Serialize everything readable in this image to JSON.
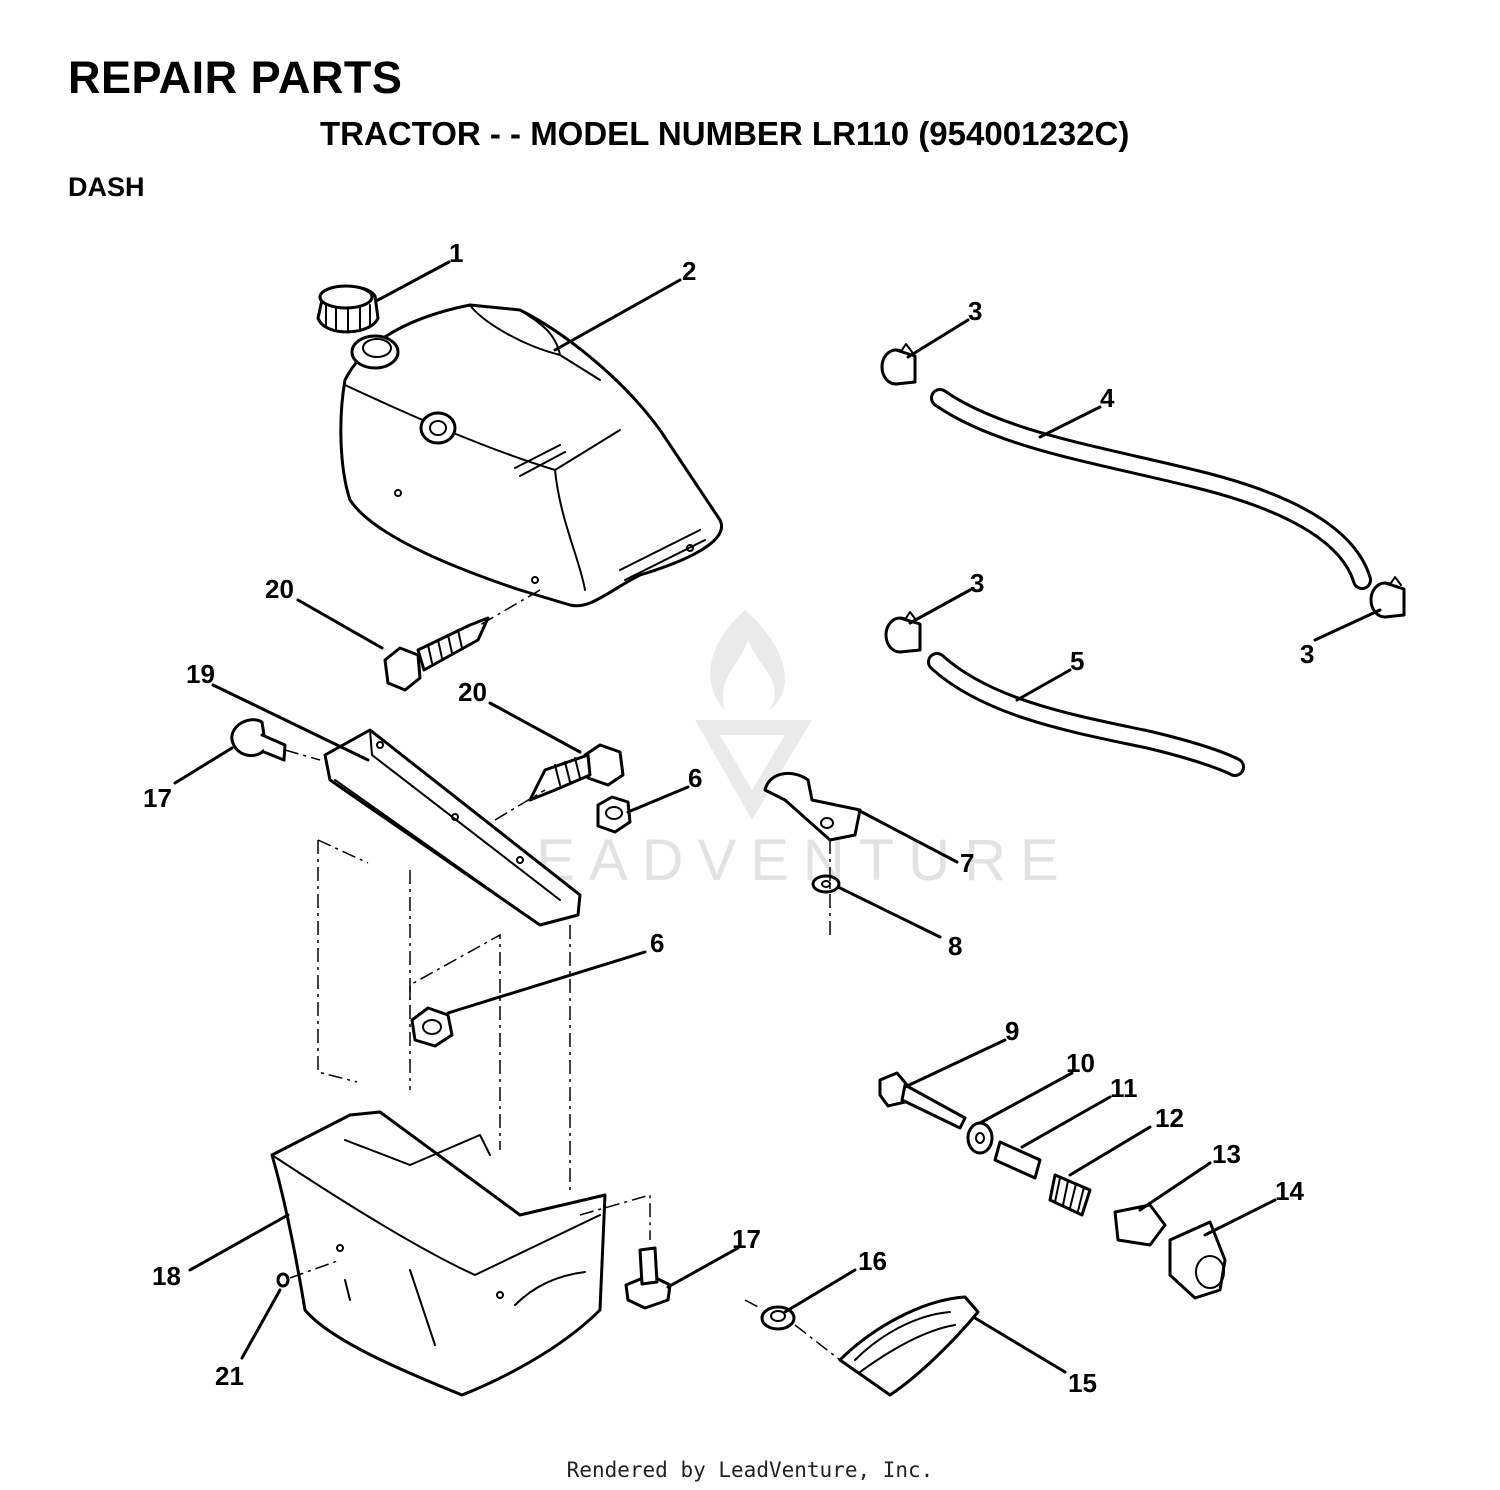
{
  "header": {
    "title": "REPAIR PARTS",
    "subtitle": "TRACTOR - - MODEL NUMBER LR110 (954001232C)",
    "section": "DASH"
  },
  "watermark": {
    "text": "LEADVENTURE",
    "icon": "flame-logo-icon"
  },
  "callouts": [
    {
      "id": "c1",
      "label": "1"
    },
    {
      "id": "c2",
      "label": "2"
    },
    {
      "id": "c3a",
      "label": "3"
    },
    {
      "id": "c4",
      "label": "4"
    },
    {
      "id": "c3b",
      "label": "3"
    },
    {
      "id": "c3c",
      "label": "3"
    },
    {
      "id": "c5",
      "label": "5"
    },
    {
      "id": "c20a",
      "label": "20"
    },
    {
      "id": "c19",
      "label": "19"
    },
    {
      "id": "c20b",
      "label": "20"
    },
    {
      "id": "c17a",
      "label": "17"
    },
    {
      "id": "c6a",
      "label": "6"
    },
    {
      "id": "c7",
      "label": "7"
    },
    {
      "id": "c8",
      "label": "8"
    },
    {
      "id": "c6b",
      "label": "6"
    },
    {
      "id": "c9",
      "label": "9"
    },
    {
      "id": "c10",
      "label": "10"
    },
    {
      "id": "c11",
      "label": "11"
    },
    {
      "id": "c12",
      "label": "12"
    },
    {
      "id": "c13",
      "label": "13"
    },
    {
      "id": "c14",
      "label": "14"
    },
    {
      "id": "c17b",
      "label": "17"
    },
    {
      "id": "c16",
      "label": "16"
    },
    {
      "id": "c18",
      "label": "18"
    },
    {
      "id": "c15",
      "label": "15"
    },
    {
      "id": "c21",
      "label": "21"
    }
  ],
  "footer": {
    "text": "Rendered by LeadVenture, Inc."
  }
}
